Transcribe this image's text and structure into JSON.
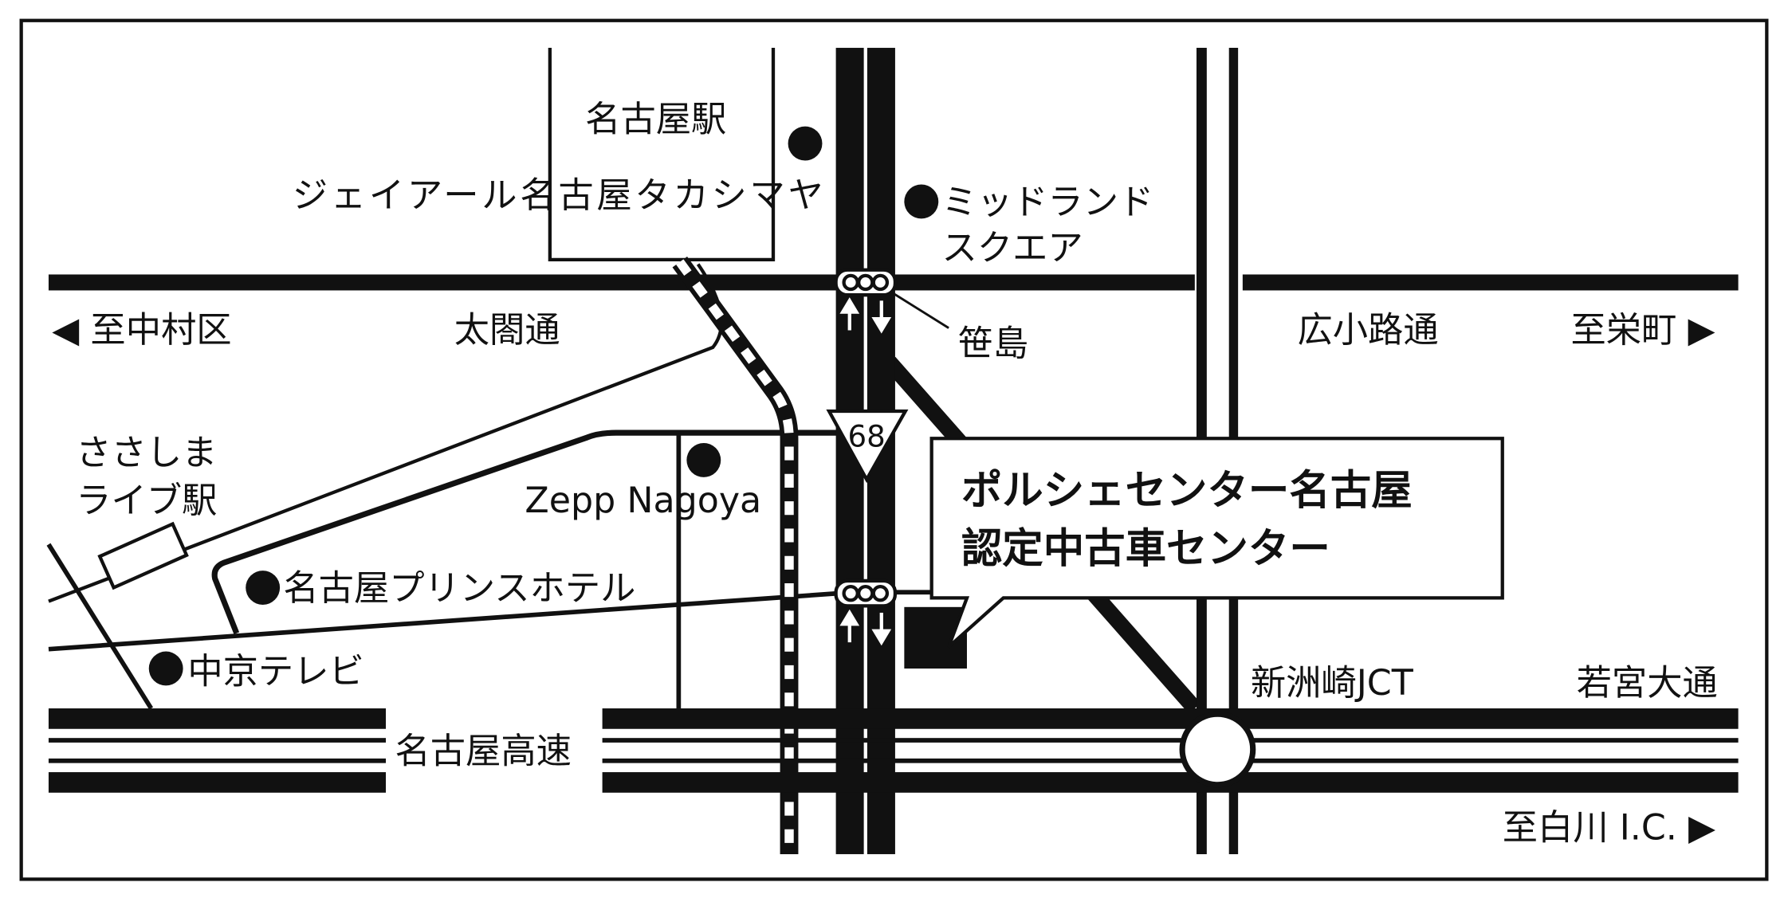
{
  "map": {
    "colors": {
      "ink": "#111111",
      "background": "#ffffff"
    },
    "landmarks": {
      "nagoya_station": "名古屋駅",
      "jr_takashimaya": "ジェイアール名古屋タカシマヤ",
      "midland_square_1": "ミッドランド",
      "midland_square_2": "スクエア",
      "zepp": "Zepp Nagoya",
      "prince_hotel": "名古屋プリンスホテル",
      "chukyo_tv": "中京テレビ",
      "sasashima_station_1": "ささしま",
      "sasashima_station_2": "ライブ駅"
    },
    "roads": {
      "taiko_dori": "太閤通",
      "hirokoji_dori": "広小路通",
      "wakamiya_odori": "若宮大通",
      "expressway": "名古屋高速",
      "junction": "新洲崎JCT",
      "sasashima": "笹島",
      "route_number": "68"
    },
    "directions": {
      "nakamura": "◀ 至中村区",
      "sakae": "至栄町 ▶",
      "shirakawa": "至白川 I.C. ▶"
    },
    "destination": {
      "line1": "ポルシェセンター名古屋",
      "line2": "認定中古車センター"
    }
  }
}
